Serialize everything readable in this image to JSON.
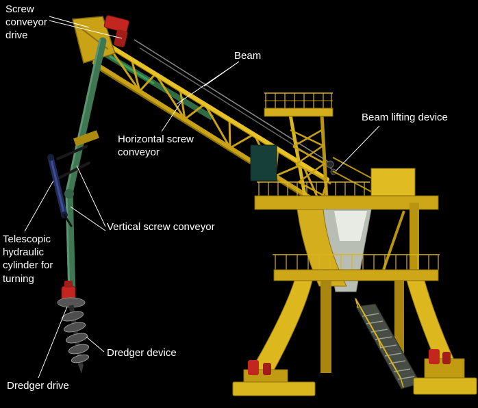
{
  "figure": {
    "background": "#000000",
    "labels": {
      "screw_conveyor_drive": "Screw conveyor drive",
      "beam": "Beam",
      "beam_lifting_device": "Beam lifting device",
      "horizontal_screw_conveyor": "Horizontal screw conveyor",
      "telescopic_cylinder": "Telescopic hydraulic cylinder for turning",
      "vertical_screw_conveyor": "Vertical screw conveyor",
      "dredger_device": "Dredger device",
      "dredger_drive": "Dredger drive"
    },
    "colors": {
      "structure_yellow": "#d9b61e",
      "structure_yellow_dark": "#8a7012",
      "conveyor_green": "#3f7752",
      "drive_red": "#c3261f",
      "cylinder_blue": "#222c5e",
      "label_text": "#ffffff"
    }
  }
}
